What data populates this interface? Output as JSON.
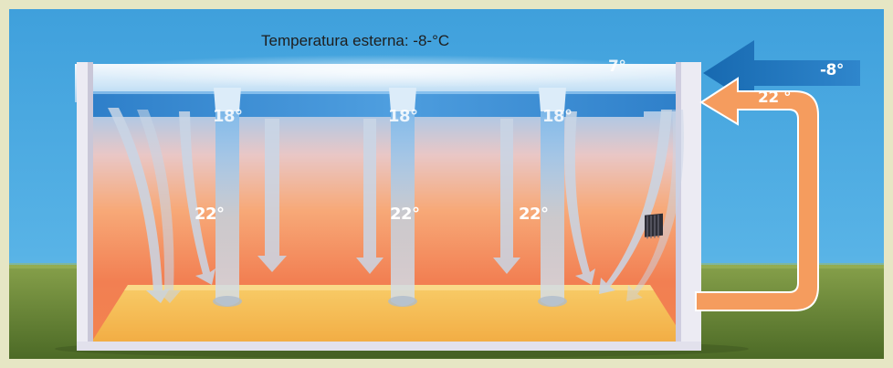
{
  "caption": "Temperatura esterna: -8-°C",
  "labels": {
    "roof_temp": "7°",
    "ceiling_left": "18°",
    "ceiling_center": "18°",
    "ceiling_right": "18°",
    "room_left": "22°",
    "room_center": "22°",
    "room_right": "22°",
    "outside_arrow": "-8°",
    "recovery_arrow": "22 °"
  },
  "colors": {
    "sky": "#4aa6dd",
    "grass": "#6f8a3a",
    "frame": "#e6e6c4",
    "cold_arrow": "#1b72b8",
    "warm_arrow": "#f39a5c",
    "floor": "#f6c25a"
  }
}
